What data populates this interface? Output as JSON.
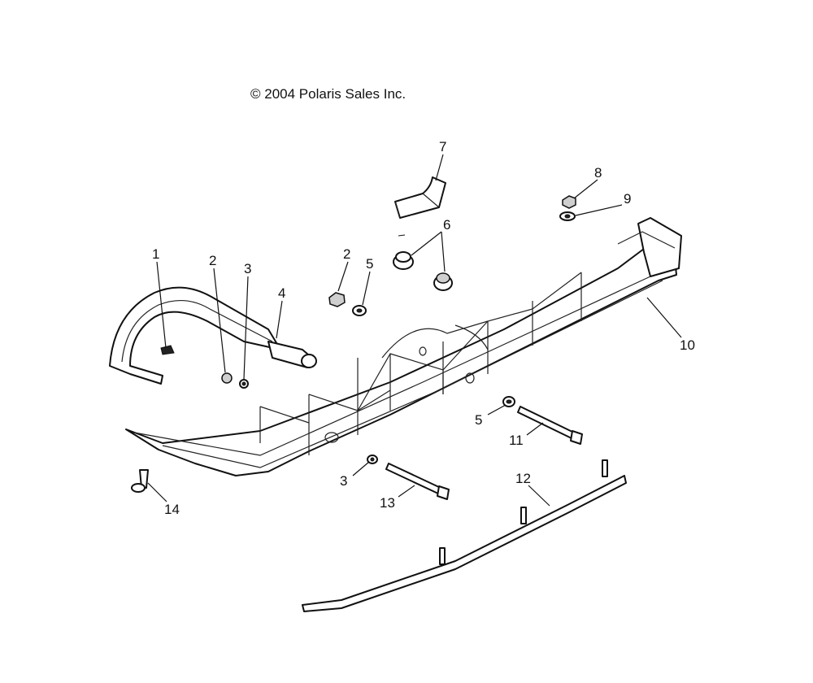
{
  "copyright": "© 2004 Polaris Sales Inc.",
  "callouts": [
    "1",
    "2",
    "3",
    "4",
    "2",
    "5",
    "6",
    "7",
    "8",
    "9",
    "10",
    "5",
    "11",
    "3",
    "13",
    "12",
    "14"
  ]
}
